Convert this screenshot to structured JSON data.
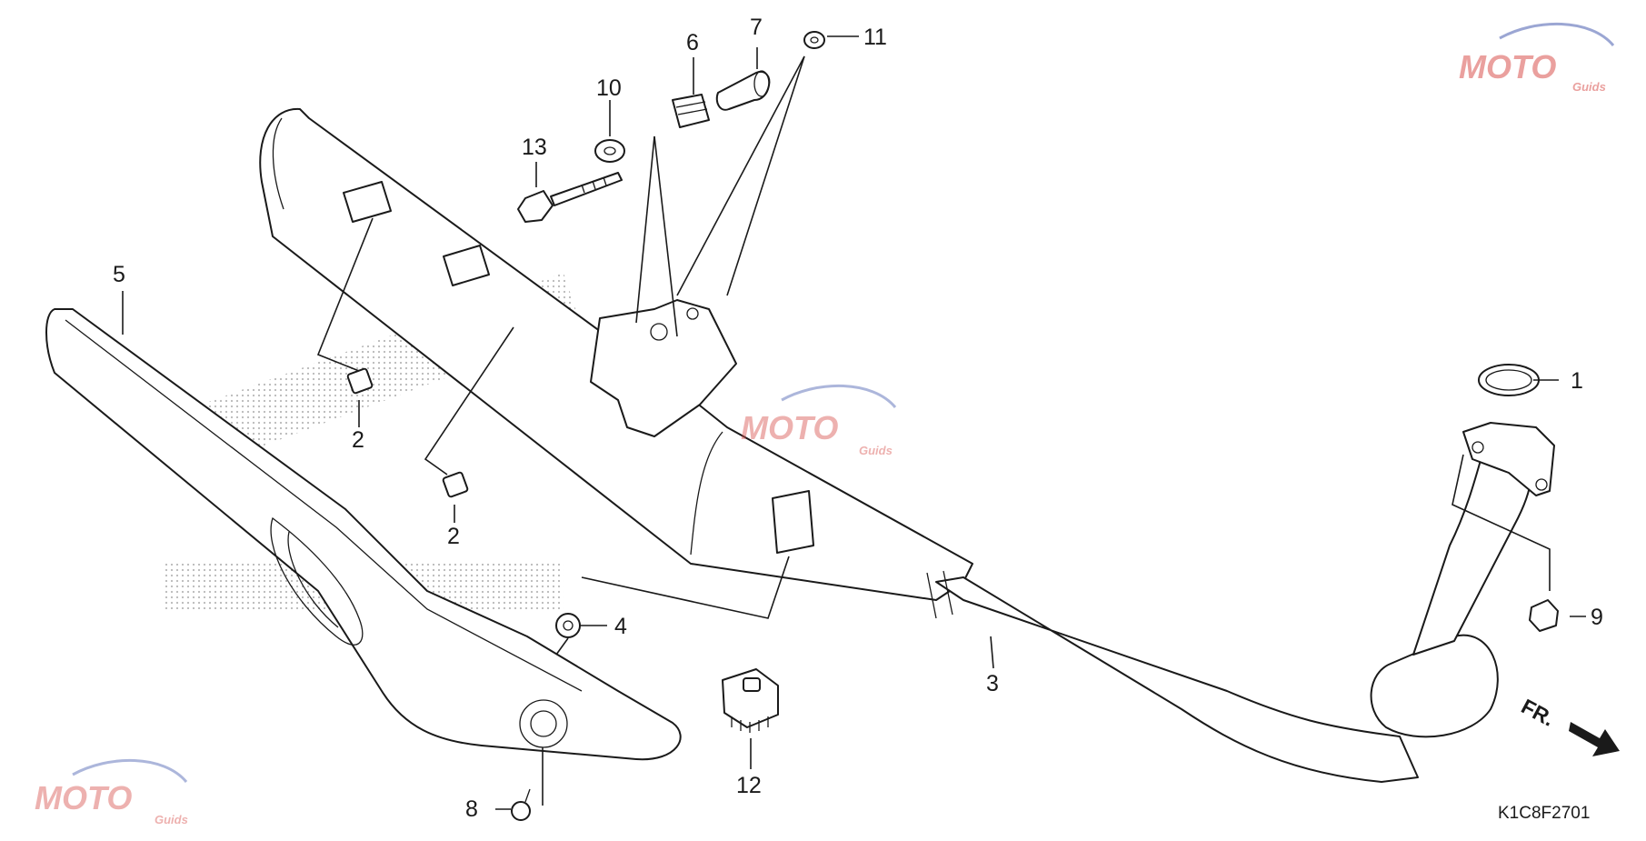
{
  "diagram": {
    "code": "K1C8F2701",
    "direction_label": "FR.",
    "watermark_text": "MOTO",
    "watermark_sub": "Guids",
    "callouts": [
      {
        "id": "c1",
        "label": "1"
      },
      {
        "id": "c2a",
        "label": "2"
      },
      {
        "id": "c2b",
        "label": "2"
      },
      {
        "id": "c3",
        "label": "3"
      },
      {
        "id": "c4",
        "label": "4"
      },
      {
        "id": "c5",
        "label": "5"
      },
      {
        "id": "c6",
        "label": "6"
      },
      {
        "id": "c7",
        "label": "7"
      },
      {
        "id": "c8",
        "label": "8"
      },
      {
        "id": "c9",
        "label": "9"
      },
      {
        "id": "c10",
        "label": "10"
      },
      {
        "id": "c11",
        "label": "11"
      },
      {
        "id": "c12",
        "label": "12"
      },
      {
        "id": "c13",
        "label": "13"
      }
    ],
    "colors": {
      "line": "#1a1a1a",
      "watermark_red": "#d9534f",
      "watermark_blue": "#4a5fb0"
    }
  }
}
